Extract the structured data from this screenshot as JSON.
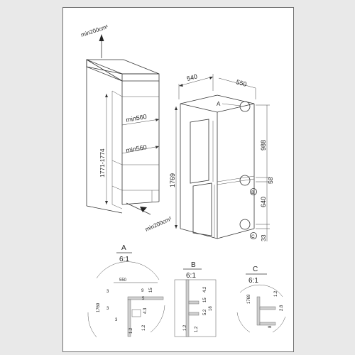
{
  "cabinet": {
    "top_vent": "min200cm²",
    "bottom_vent": "min200cm²",
    "height": "1771-1774",
    "niche_depth_upper": "min560",
    "niche_depth_lower": "min560"
  },
  "fridge": {
    "width": "540",
    "depth": "550",
    "height": "1769",
    "upper_section": "988",
    "gap": "58",
    "lower_section": "640",
    "bottom_offset": "33",
    "marker_a": "A",
    "marker_b": "B",
    "marker_c": "C"
  },
  "details": [
    {
      "letter": "A",
      "scale": "6:1",
      "dims": [
        "550",
        "9",
        "3",
        "5",
        "15",
        "1769",
        "3",
        "4.3",
        "1.2",
        "1.2",
        "3"
      ]
    },
    {
      "letter": "B",
      "scale": "6:1",
      "dims": [
        "4.2",
        "15",
        "18",
        "5.2",
        "1.2",
        "1.2"
      ]
    },
    {
      "letter": "C",
      "scale": "6:1",
      "dims": [
        "1769",
        "1.2",
        "2.8",
        "8"
      ]
    }
  ]
}
